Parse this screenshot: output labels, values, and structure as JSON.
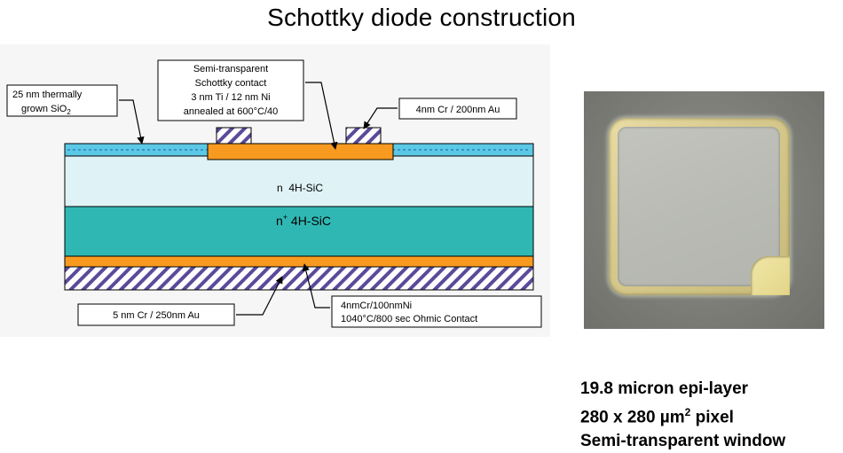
{
  "title": "Schottky diode construction",
  "labels": {
    "oxide": {
      "line1": "25 nm thermally",
      "line2_prefix": "grown SiO",
      "line2_sub": "2"
    },
    "schottky": {
      "lines": [
        "Semi-transparent",
        "Schottky contact",
        "3 nm Ti / 12 nm Ni",
        "annealed at 600°C/40"
      ]
    },
    "top_metal": "4nm Cr / 200nm Au",
    "n_layer": "n  4H-SiC",
    "nplus_layer": {
      "base": "n",
      "sup": "+",
      "rest": " 4H-SiC"
    },
    "back_metal": "5 nm Cr / 250nm Au",
    "ohmic": {
      "line1": "4nmCr/100nmNi",
      "line2": "1040°C/800 sec Ohmic Contact"
    }
  },
  "specs": {
    "line1": "19.8 micron epi-layer",
    "line2_prefix": "280 x 280 µm",
    "line2_sup": "2",
    "line2_suffix": " pixel",
    "line3": "Semi-transparent window"
  },
  "colors": {
    "oxide": "#5bc8e6",
    "n_layer": "#dff3f6",
    "nplus_layer": "#2fb8b3",
    "contact": "#f79a1f",
    "hatch": "#5b4a9a"
  }
}
